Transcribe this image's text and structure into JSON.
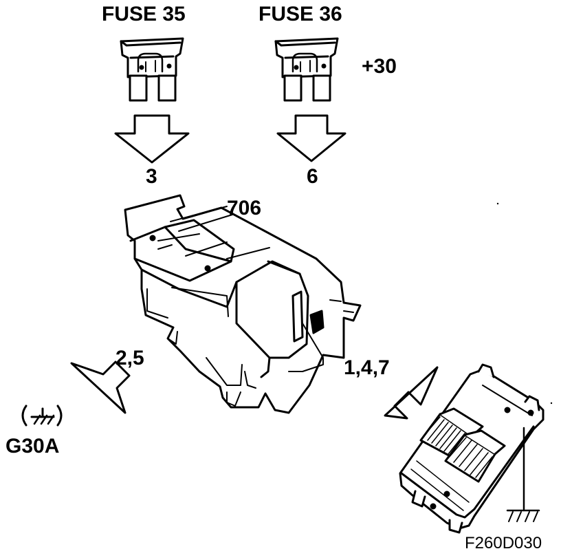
{
  "labels": {
    "fuse_35": "FUSE 35",
    "fuse_36": "FUSE 36",
    "plus_30": "+30",
    "pin_3": "3",
    "pin_6": "6",
    "component_706": "706",
    "pins_2_5": "2,5",
    "pins_1_4_7": "1,4,7",
    "ground_symbol": "(⧸˖)",
    "ground_g30a": "G30A",
    "figure_code": "F260D030"
  },
  "icons": [
    "fuse-icon",
    "arrow-down-icon",
    "arrow-diagonal-icon",
    "relay-block-icon",
    "control-module-icon",
    "ground-icon"
  ]
}
